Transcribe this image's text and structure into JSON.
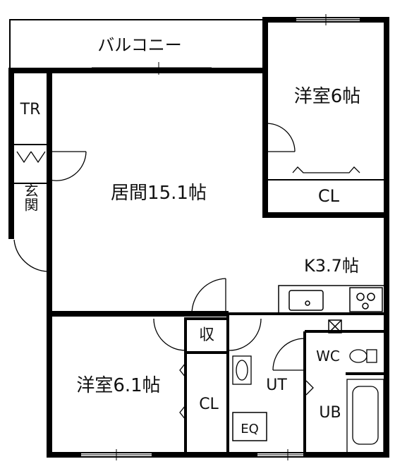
{
  "rooms": {
    "balcony": "バルコニー",
    "western_room_top": "洋室6帖",
    "living": "居間15.1帖",
    "kitchen": "K3.7帖",
    "western_room_bottom": "洋室6.1帖",
    "closet_top": "CL",
    "closet_bottom": "CL",
    "storage": "収",
    "utility": "UT",
    "unit_bath": "UB",
    "toilet": "WC",
    "entrance": "玄関",
    "trunk_room": "TR",
    "equipment": "EQ"
  }
}
